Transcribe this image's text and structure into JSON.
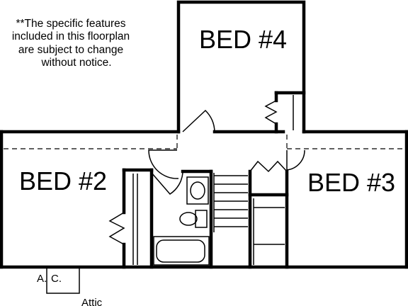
{
  "note": {
    "lines": [
      "**The specific features",
      "included in this floorplan",
      "are subject to change",
      "without notice."
    ]
  },
  "rooms": {
    "bed4": "BED #4",
    "bed2": "BED #2",
    "bed3": "BED #3"
  },
  "labels": {
    "ac_a": "A.",
    "ac_c": "C.",
    "attic": "Attic"
  }
}
